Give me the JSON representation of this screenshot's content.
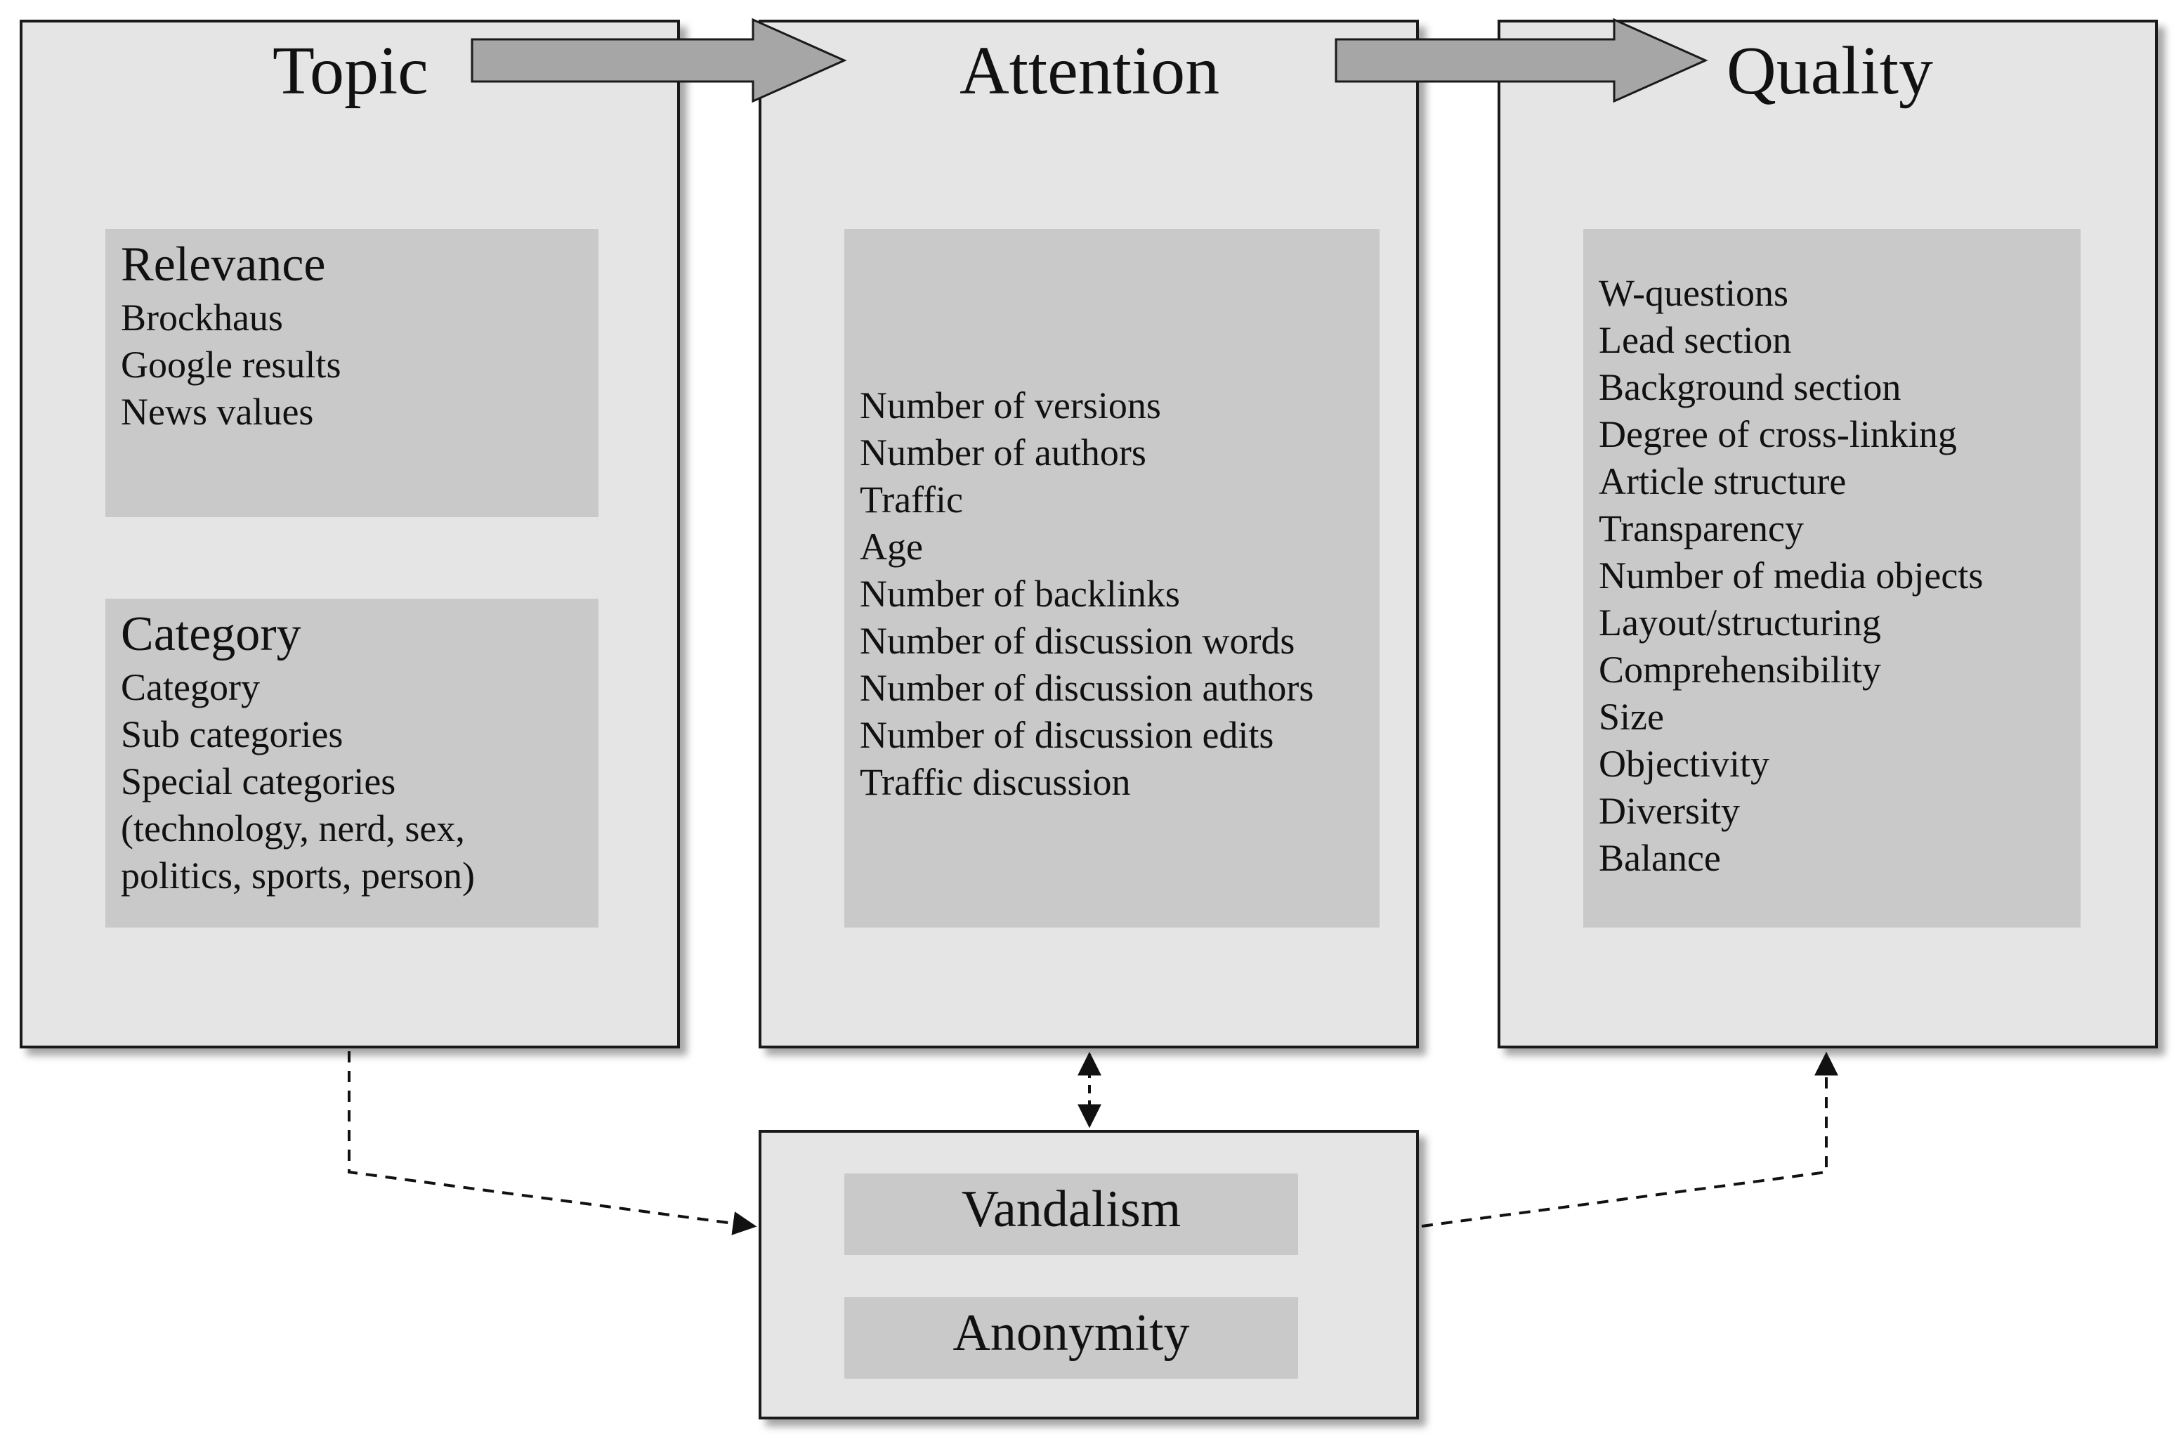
{
  "topic": {
    "title": "Topic",
    "relevance": {
      "title": "Relevance",
      "items": [
        "Brockhaus",
        "Google results",
        "News values"
      ]
    },
    "category": {
      "title": "Category",
      "items": [
        "Category",
        "Sub categories",
        "Special categories",
        "(technology, nerd, sex,",
        "politics, sports, person)"
      ]
    }
  },
  "attention": {
    "title": "Attention",
    "items": [
      "Number of versions",
      "Number of authors",
      "Traffic",
      "Age",
      "Number of backlinks",
      "Number of discussion words",
      "Number of discussion authors",
      "Number of discussion edits",
      "Traffic discussion"
    ]
  },
  "quality": {
    "title": "Quality",
    "items": [
      "W-questions",
      "Lead section",
      "Background section",
      "Degree of cross-linking",
      "Article structure",
      "Transparency",
      "Number of media objects",
      "Layout/structuring",
      "Comprehensibility",
      "Size",
      "Objectivity",
      "Diversity",
      "Balance"
    ]
  },
  "bottom": {
    "vandalism": "Vandalism",
    "anonymity": "Anonymity"
  },
  "colors": {
    "panel": "#e5e5e5",
    "inner": "#c9c9c9",
    "arrow": "#a6a6a6",
    "border": "#1a1a1a"
  }
}
